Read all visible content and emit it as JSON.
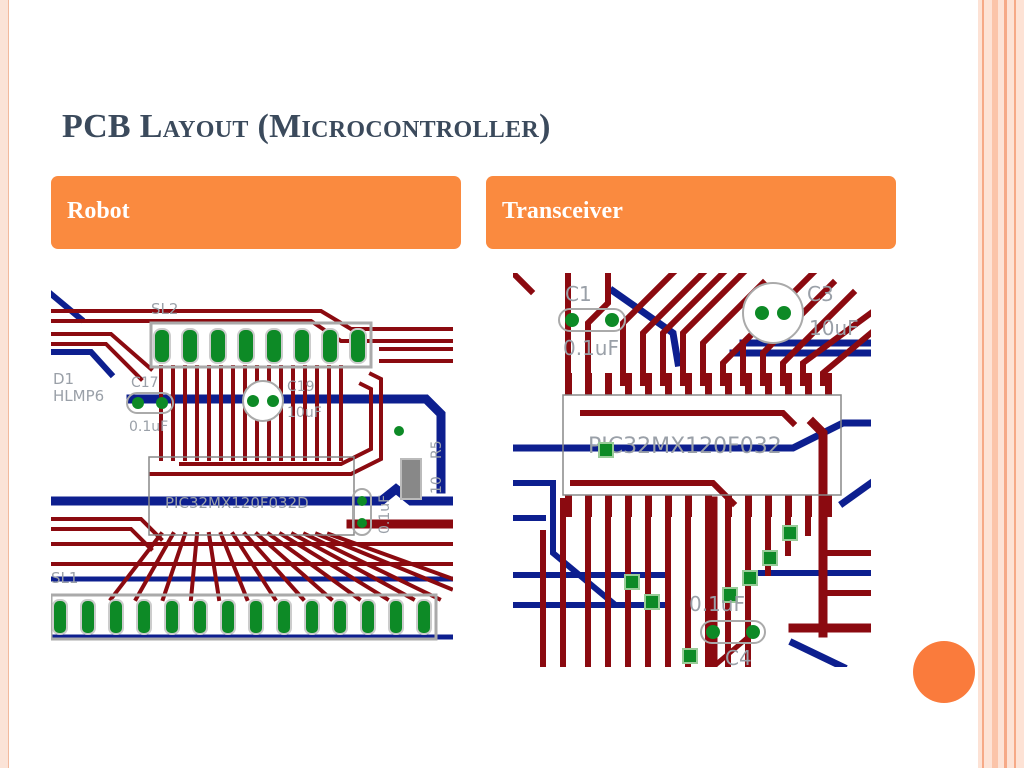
{
  "slide": {
    "title_prefix": "PCB L",
    "title_word1": "ayout",
    "title_mid": " (M",
    "title_word2": "icrocontroller",
    "title_suffix": ")"
  },
  "columns": [
    {
      "header": "Robot"
    },
    {
      "header": "Transceiver"
    }
  ],
  "robot_pcb": {
    "labels": {
      "sl2": "SL2",
      "d1": "D1",
      "hlmp": "HLMP6",
      "c17": "C17",
      "c17_val": "0.1uF",
      "c19": "C19",
      "c19_val": "10uF",
      "r5": "R5",
      "r5_val": "10",
      "chip": "PIC32MX120F032D",
      "c20_val": "0.1uF",
      "sl1": "SL1"
    }
  },
  "transceiver_pcb": {
    "labels": {
      "c1": "C1",
      "c1_val": "0.1uF",
      "c3": "C3",
      "c3_val": "10uF",
      "chip": "PIC32MX120F032",
      "c4_val": "0.1uF",
      "c4": "C4"
    }
  },
  "colors": {
    "trace_red": "#8b0a10",
    "trace_blue": "#0d1f8f",
    "pad_green": "#0d8a26",
    "accent_orange": "#fa8a3f",
    "title_color": "#3b4a5c"
  }
}
